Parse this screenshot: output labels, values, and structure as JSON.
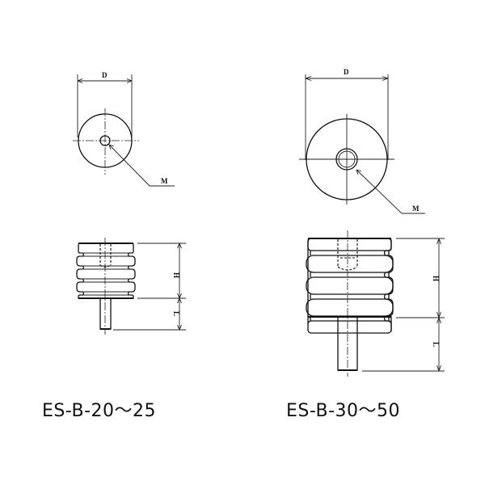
{
  "drawings": [
    {
      "id": "small",
      "model_label": "ES-B-20～25",
      "top_view": {
        "diameter_label": "D",
        "thread_label": "M"
      },
      "side_view": {
        "height_label": "H",
        "stud_length_label": "L",
        "ribs": 4
      }
    },
    {
      "id": "large",
      "model_label": "ES-B-30～50",
      "top_view": {
        "diameter_label": "D",
        "thread_label": "M"
      },
      "side_view": {
        "height_label": "H",
        "stud_length_label": "L",
        "ribs": 5
      }
    }
  ],
  "colors": {
    "line": "#111111",
    "background": "#ffffff"
  }
}
